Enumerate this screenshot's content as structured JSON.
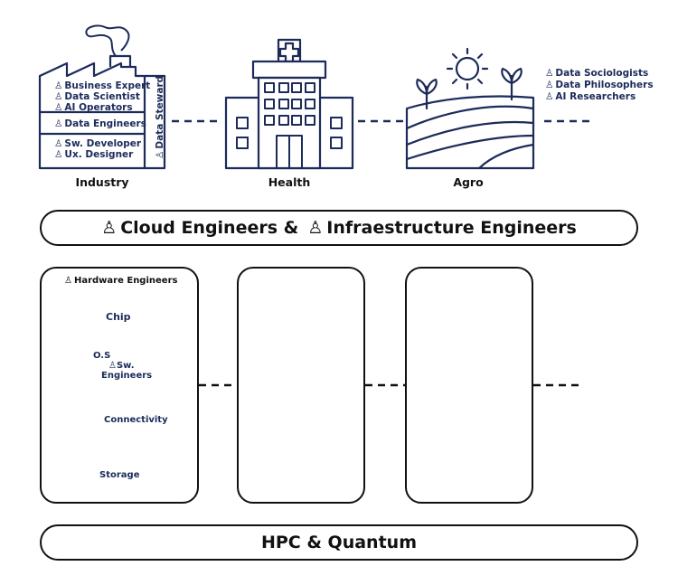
{
  "sectors": [
    {
      "id": "industry",
      "label": "Industry"
    },
    {
      "id": "health",
      "label": "Health"
    },
    {
      "id": "agro",
      "label": "Agro"
    }
  ],
  "person_icon": "person-icon",
  "industry_roles": {
    "top": [
      "Business Expert",
      "Data Scientist",
      "AI Operators"
    ],
    "middle": [
      "Data Engineers"
    ],
    "bottom": [
      "Sw. Developer",
      "Ux. Designer"
    ],
    "side": "Data Steward"
  },
  "agro_roles": [
    "Data Sociologists",
    "Data Philosophers",
    "AI Researchers"
  ],
  "cloud_bar": {
    "part1": "Cloud Engineers &",
    "part2": "Infraestructure Engineers"
  },
  "hardware": {
    "title": "Hardware Engineers",
    "chip": "Chip",
    "os": "O.S",
    "sw_line1": "Sw.",
    "sw_line2": "Engineers",
    "connectivity": "Connectivity",
    "storage": "Storage"
  },
  "hpc_bar": "HPC & Quantum",
  "colors": {
    "navy": "#1c2b5a",
    "black": "#111111"
  }
}
